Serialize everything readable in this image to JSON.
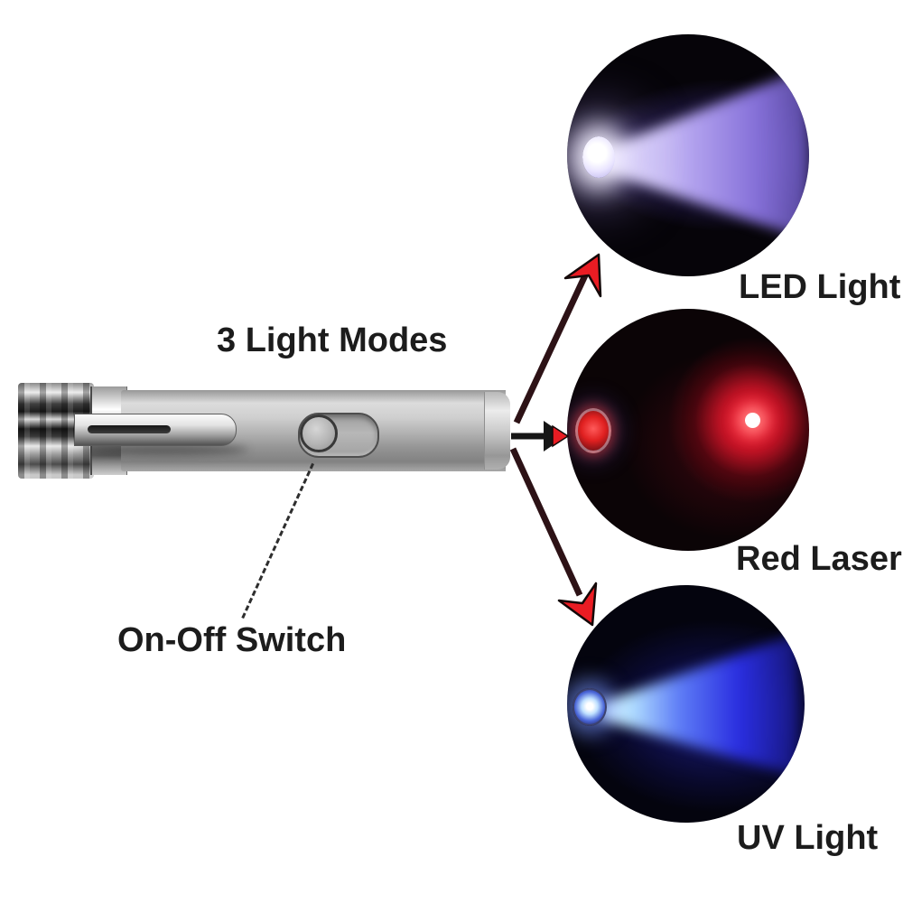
{
  "annotations": {
    "modes_label": "3 Light Modes",
    "switch_label": "On-Off Switch"
  },
  "modes": [
    {
      "label": "LED Light",
      "glow": "#b7a6f2"
    },
    {
      "label": "Red Laser",
      "glow": "#e3101f"
    },
    {
      "label": "UV Light",
      "glow": "#2b2fe2"
    }
  ],
  "colors": {
    "background": "#ffffff",
    "text": "#1c1c1c",
    "arrowhead_red": "#ea1c23",
    "arrow_outline": "#140808",
    "shaft_maroon": "#2d1216",
    "shaft_black": "#161616",
    "pen_silver": "#b9b9b9",
    "photo_background": "#05030a"
  }
}
